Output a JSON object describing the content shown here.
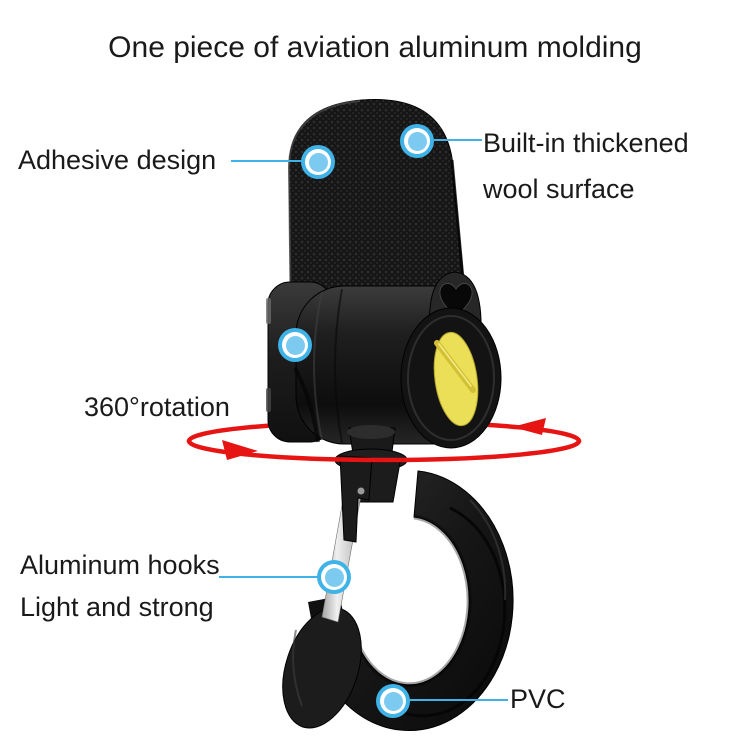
{
  "title": "One piece of aviation aluminum molding",
  "callouts": {
    "adhesive": {
      "label": "Adhesive design"
    },
    "wool": {
      "line1": "Built-in thickened",
      "line2": "wool surface"
    },
    "rotation": {
      "label": "360°rotation"
    },
    "aluminum": {
      "line1": "Aluminum hooks",
      "line2": "Light and strong"
    },
    "pvc": {
      "label": "PVC"
    }
  },
  "markers": {
    "icon": "target-circle-marker",
    "count": 5
  },
  "rotation_arrow_icon": "ellipse-rotation-arrow",
  "colors": {
    "accent_blue": "#3fb3e7",
    "marker_core_blue": "#7ccaf0",
    "arrow_red": "#e61413",
    "cap_yellow": "#ebdf58",
    "text_black": "#1a1a1a",
    "background": "#ffffff"
  }
}
